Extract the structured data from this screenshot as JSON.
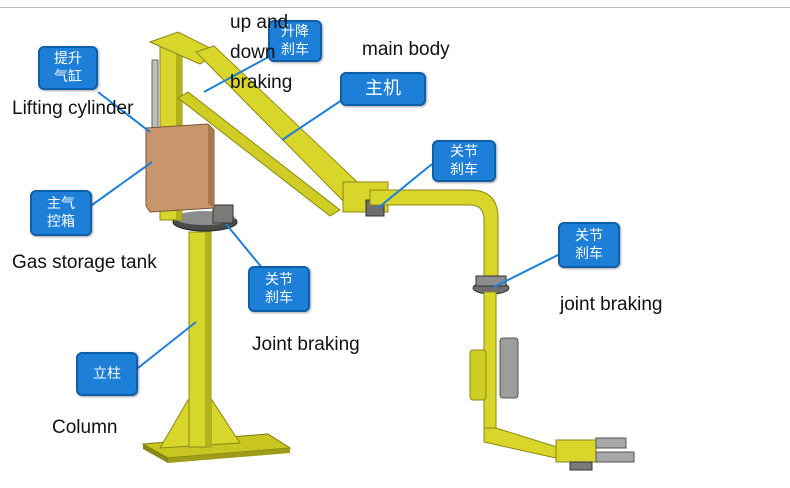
{
  "labels": {
    "up_and_down_braking": [
      "up and",
      "down",
      "braking"
    ],
    "main_body": "main body",
    "lifting_cylinder": "Lifting cylinder",
    "gas_storage_tank": "Gas storage tank",
    "joint_braking_lower": "Joint braking",
    "joint_braking_right": "joint braking",
    "column": "Column"
  },
  "callouts": {
    "lifting_cylinder": [
      "提升",
      "气缸"
    ],
    "up_down_braking": [
      "升降",
      "刹车"
    ],
    "main_body": "主机",
    "joint_brake_arm": [
      "关节",
      "刹车"
    ],
    "joint_brake_right": [
      "关节",
      "刹车"
    ],
    "joint_brake_base": [
      "关节",
      "刹车"
    ],
    "main_gas_box": [
      "主气",
      "控箱"
    ],
    "column": "立柱"
  },
  "colors": {
    "machine_yellow": "#d8d62a",
    "callout_blue": "#1e7fd8",
    "tank_brown": "#c8966a"
  }
}
